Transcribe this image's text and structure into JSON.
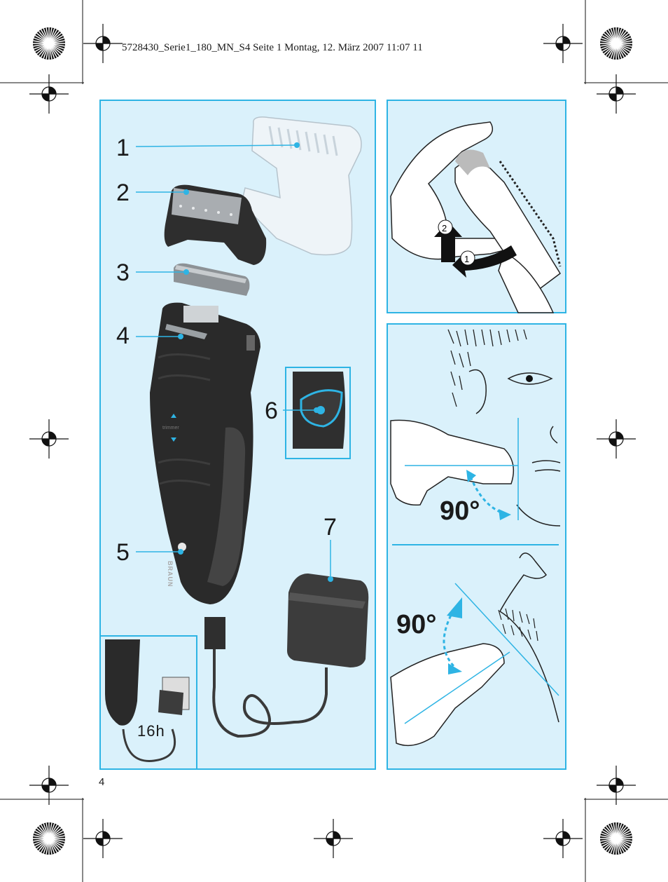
{
  "header": {
    "print_line": "5728430_Serie1_180_MN_S4  Seite 1  Montag, 12. März 2007  11:07 11"
  },
  "callouts": [
    "1",
    "2",
    "3",
    "4",
    "5",
    "6",
    "7"
  ],
  "shaver": {
    "switch_label": "trimmer",
    "brand": "BRAUN"
  },
  "charging": {
    "duration": "16h"
  },
  "angles": {
    "top": "90°",
    "bottom": "90°"
  },
  "footer": {
    "page_number": "4"
  },
  "colors": {
    "accent": "#2eb4e4",
    "panel_bg": "#daf1fb",
    "device": "#2a2a2a"
  }
}
